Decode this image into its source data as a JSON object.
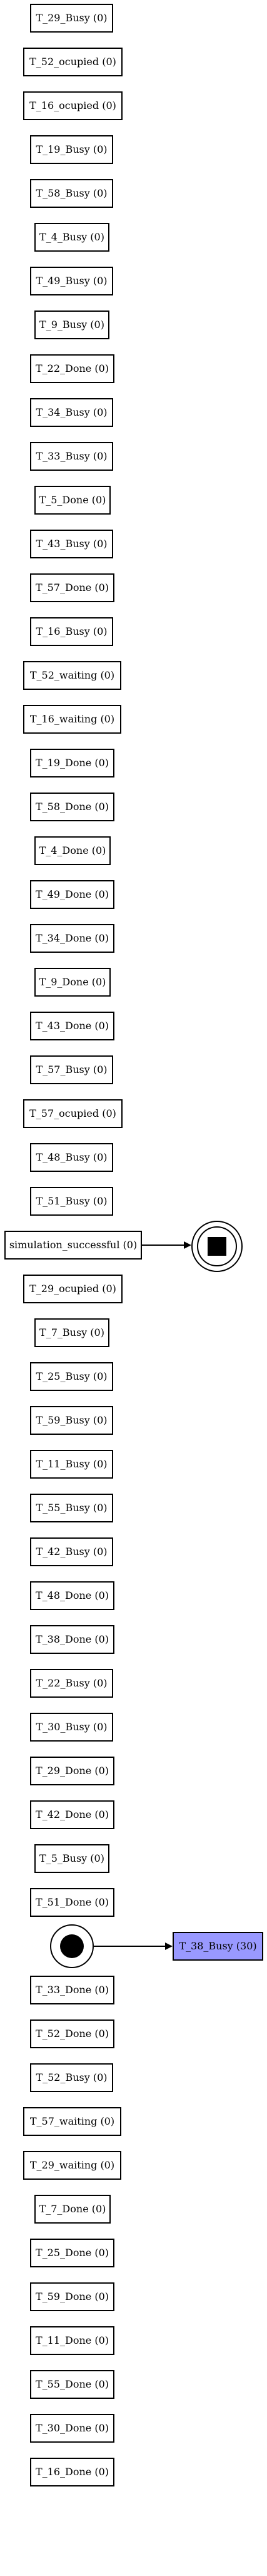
{
  "diagram": {
    "nodes": [
      {
        "id": "t29-busy",
        "label": "T_29_Busy (0)"
      },
      {
        "id": "t52-ocupied",
        "label": "T_52_ocupied (0)"
      },
      {
        "id": "t16-ocupied",
        "label": "T_16_ocupied (0)"
      },
      {
        "id": "t19-busy",
        "label": "T_19_Busy (0)"
      },
      {
        "id": "t58-busy",
        "label": "T_58_Busy (0)"
      },
      {
        "id": "t4-busy",
        "label": "T_4_Busy (0)"
      },
      {
        "id": "t49-busy",
        "label": "T_49_Busy (0)"
      },
      {
        "id": "t9-busy",
        "label": "T_9_Busy (0)"
      },
      {
        "id": "t22-done",
        "label": "T_22_Done (0)"
      },
      {
        "id": "t34-busy",
        "label": "T_34_Busy (0)"
      },
      {
        "id": "t33-busy",
        "label": "T_33_Busy (0)"
      },
      {
        "id": "t5-done",
        "label": "T_5_Done (0)"
      },
      {
        "id": "t43-busy",
        "label": "T_43_Busy (0)"
      },
      {
        "id": "t57-done",
        "label": "T_57_Done (0)"
      },
      {
        "id": "t16-busy",
        "label": "T_16_Busy (0)"
      },
      {
        "id": "t52-waiting",
        "label": "T_52_waiting (0)"
      },
      {
        "id": "t16-waiting",
        "label": "T_16_waiting (0)"
      },
      {
        "id": "t19-done",
        "label": "T_19_Done (0)"
      },
      {
        "id": "t58-done",
        "label": "T_58_Done (0)"
      },
      {
        "id": "t4-done",
        "label": "T_4_Done (0)"
      },
      {
        "id": "t49-done",
        "label": "T_49_Done (0)"
      },
      {
        "id": "t34-done",
        "label": "T_34_Done (0)"
      },
      {
        "id": "t9-done",
        "label": "T_9_Done (0)"
      },
      {
        "id": "t43-done",
        "label": "T_43_Done (0)"
      },
      {
        "id": "t57-busy",
        "label": "T_57_Busy (0)"
      },
      {
        "id": "t57-ocupied",
        "label": "T_57_ocupied (0)"
      },
      {
        "id": "t48-busy",
        "label": "T_48_Busy (0)"
      },
      {
        "id": "t51-busy",
        "label": "T_51_Busy (0)"
      },
      {
        "id": "simulation-successful",
        "label": "simulation_successful (0)"
      },
      {
        "id": "t29-ocupied",
        "label": "T_29_ocupied (0)"
      },
      {
        "id": "t7-busy",
        "label": "T_7_Busy (0)"
      },
      {
        "id": "t25-busy",
        "label": "T_25_Busy (0)"
      },
      {
        "id": "t59-busy",
        "label": "T_59_Busy (0)"
      },
      {
        "id": "t11-busy",
        "label": "T_11_Busy (0)"
      },
      {
        "id": "t55-busy",
        "label": "T_55_Busy (0)"
      },
      {
        "id": "t42-busy",
        "label": "T_42_Busy (0)"
      },
      {
        "id": "t48-done",
        "label": "T_48_Done (0)"
      },
      {
        "id": "t38-done",
        "label": "T_38_Done (0)"
      },
      {
        "id": "t22-busy",
        "label": "T_22_Busy (0)"
      },
      {
        "id": "t30-busy",
        "label": "T_30_Busy (0)"
      },
      {
        "id": "t29-done",
        "label": "T_29_Done (0)"
      },
      {
        "id": "t42-done",
        "label": "T_42_Done (0)"
      },
      {
        "id": "t5-busy",
        "label": "T_5_Busy (0)"
      },
      {
        "id": "t51-done",
        "label": "T_51_Done (0)"
      },
      {
        "id": "t38-busy",
        "label": "T_38_Busy (30)"
      },
      {
        "id": "t33-done",
        "label": "T_33_Done (0)"
      },
      {
        "id": "t52-done",
        "label": "T_52_Done (0)"
      },
      {
        "id": "t52-busy",
        "label": "T_52_Busy (0)"
      },
      {
        "id": "t57-waiting",
        "label": "T_57_waiting (0)"
      },
      {
        "id": "t29-waiting",
        "label": "T_29_waiting (0)"
      },
      {
        "id": "t7-done",
        "label": "T_7_Done (0)"
      },
      {
        "id": "t25-done",
        "label": "T_25_Done (0)"
      },
      {
        "id": "t59-done",
        "label": "T_59_Done (0)"
      },
      {
        "id": "t11-done",
        "label": "T_11_Done (0)"
      },
      {
        "id": "t55-done",
        "label": "T_55_Done (0)"
      },
      {
        "id": "t30-done",
        "label": "T_30_Done (0)"
      },
      {
        "id": "t16-done",
        "label": "T_16_Done (0)"
      }
    ],
    "highlight_color": "#9999ff",
    "start_node": {
      "icon": "start-state-icon"
    },
    "end_node": {
      "icon": "end-state-icon"
    },
    "edges": [
      {
        "from": "start",
        "to": "t38-busy"
      },
      {
        "from": "simulation-successful",
        "to": "end"
      }
    ]
  }
}
